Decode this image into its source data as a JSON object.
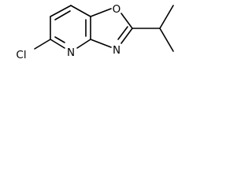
{
  "molecule": {
    "atoms": {
      "cl": "Cl",
      "n_pyridine": "N",
      "n_oxazole": "N",
      "o_oxazole": "O"
    }
  }
}
